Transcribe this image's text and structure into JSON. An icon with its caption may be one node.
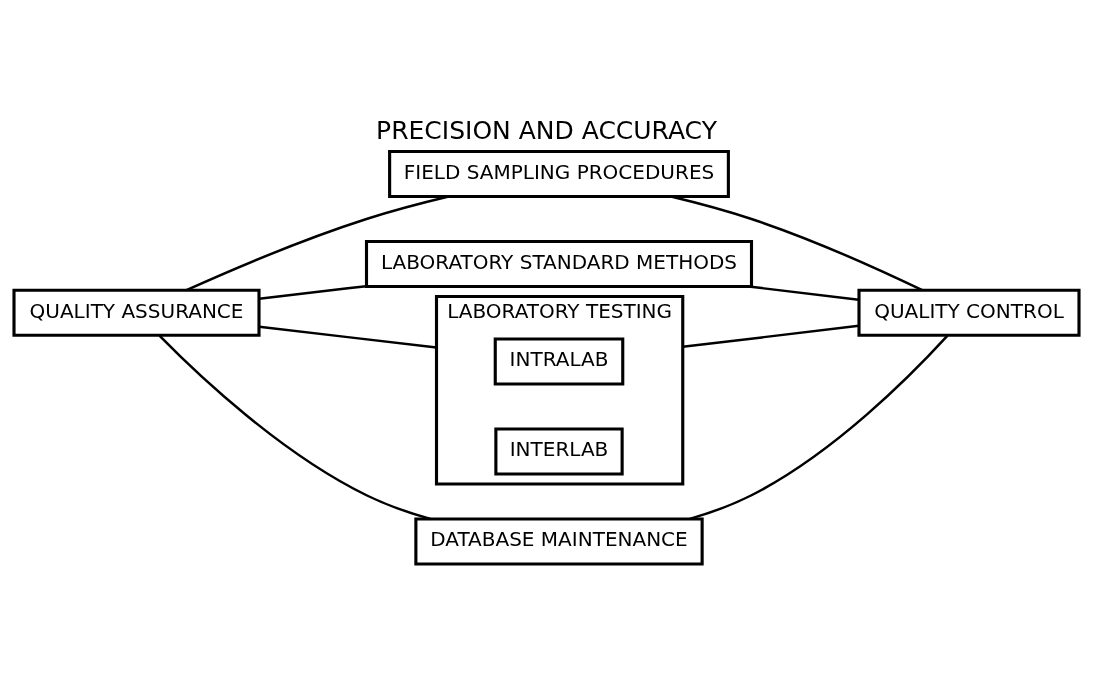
{
  "diagram": {
    "title": "PRECISION AND ACCURACY",
    "nodes": [
      {
        "text": [
          "QUALITY ASSURANCE"
        ]
      },
      {
        "text": [
          "FIELD SAMPLING PROCEDURES"
        ]
      },
      {
        "text": [
          "LABORATORY STANDARD METHODS"
        ]
      },
      {
        "text": [
          "LABORATORY TESTING"
        ]
      },
      {
        "text": [
          "INTRALAB"
        ],
        "in": 3
      },
      {
        "text": [
          "INTERLAB"
        ],
        "in": 3
      },
      {
        "text": [
          "DATABASE MAINTENANCE"
        ]
      },
      {
        "text": [
          "QUALITY CONTROL"
        ]
      }
    ],
    "edges": [
      {
        "from": 0,
        "to": 1,
        "arrow": "none"
      },
      {
        "from": 0,
        "to": 2,
        "arrow": "none"
      },
      {
        "from": 0,
        "to": 3,
        "arrow": "none"
      },
      {
        "from": 0,
        "to": 6,
        "arrow": "none"
      },
      {
        "from": 1,
        "to": 7,
        "arrow": "none"
      },
      {
        "from": 2,
        "to": 7,
        "arrow": "none"
      },
      {
        "from": 3,
        "to": 7,
        "arrow": "none"
      },
      {
        "from": 6,
        "to": 7,
        "arrow": "none"
      }
    ]
  }
}
